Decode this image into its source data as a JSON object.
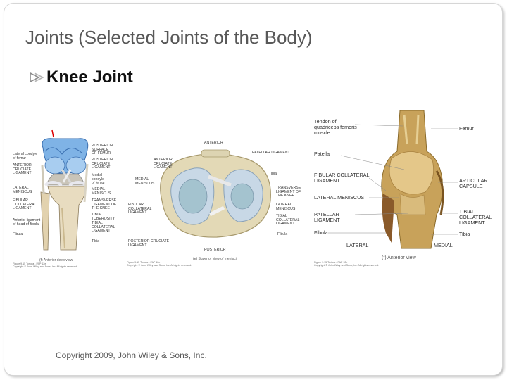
{
  "slide": {
    "title": "Joints (Selected Joints of the Body)",
    "bullet": "Knee Joint",
    "copyright": "Copyright 2009, John Wiley & Sons, Inc."
  },
  "figure_a": {
    "labels": {
      "posterior_surface": "Posterior\nsurface\nof femur",
      "lateral_condyle": "Lateral condyle\nof femur",
      "posterior_cruciate": "POSTERIOR\nCRUCIATE\nLIGAMENT",
      "anterior_cruciate": "ANTERIOR\nCRUCIATE\nLIGAMENT",
      "medial_condyle": "Medial\ncondyle\nof femur",
      "lateral_meniscus": "LATERAL\nMENISCUS",
      "medial_meniscus": "MEDIAL\nMENISCUS",
      "fibular_collateral": "FIBULAR\nCOLLATERAL\nLIGAMENT",
      "transverse": "TRANSVERSE\nLIGAMENT OF\nTHE KNEE",
      "tibial_tuberosity": "TIBIAL\nTUBEROSITY",
      "tibial_collateral": "TIBIAL\nCOLLATERAL\nLIGAMENT",
      "anterior_ligament_head": "Anterior ligament\nof head of fibula",
      "fibula": "Fibula",
      "tibia": "Tibia"
    },
    "caption": "(f) Anterior deep view",
    "credit": "Figure 9.15 Tortora - PAP 12e\nCopyright © John Wiley and Sons, Inc. All rights reserved."
  },
  "figure_b": {
    "labels": {
      "anterior": "ANTERIOR",
      "patellar_ligament": "PATELLAR LIGAMENT",
      "anterior_cruciate": "ANTERIOR\nCRUCIATE\nLIGAMENT",
      "tibia": "Tibia",
      "medial_meniscus": "MEDIAL\nMENISCUS",
      "transverse": "TRANSVERSE\nLIGAMENT OF\nTHE KNEE",
      "fibular_collateral": "FIBULAR\nCOLLATERAL\nLIGAMENT",
      "lateral_meniscus": "LATERAL\nMENISCUS",
      "tibial_collateral": "TIBIAL\nCOLLATERAL\nLIGAMENT",
      "fibula": "Fibula",
      "posterior_cruciate": "POSTERIOR CRUCIATE\nLIGAMENT",
      "posterior": "POSTERIOR"
    },
    "caption": "(e) Superior view of menisci",
    "credit": "Figure 9.15 Tortora - PAP 12e\nCopyright © John Wiley and Sons, Inc. All rights reserved."
  },
  "figure_c": {
    "labels": {
      "tendon": "Tendon of\nquadriceps femoris\nmuscle",
      "femur": "Femur",
      "patella": "Patella",
      "fibular_collateral": "FIBULAR COLLATERAL\nLIGAMENT",
      "articular_capsule": "ARTICULAR\nCAPSULE",
      "lateral_meniscus": "LATERAL MENISCUS",
      "patellar_ligament": "PATELLAR\nLIGAMENT",
      "tibial_collateral": "TIBIAL\nCOLLATERAL\nLIGAMENT",
      "fibula": "Fibula",
      "tibia": "Tibia",
      "lateral": "LATERAL",
      "medial": "MEDIAL"
    },
    "caption": "(f) Anterior view",
    "credit": "Figure 9.15 Tortora - PAP 12e\nCopyright © John Wiley and Sons, Inc. All rights reserved."
  }
}
